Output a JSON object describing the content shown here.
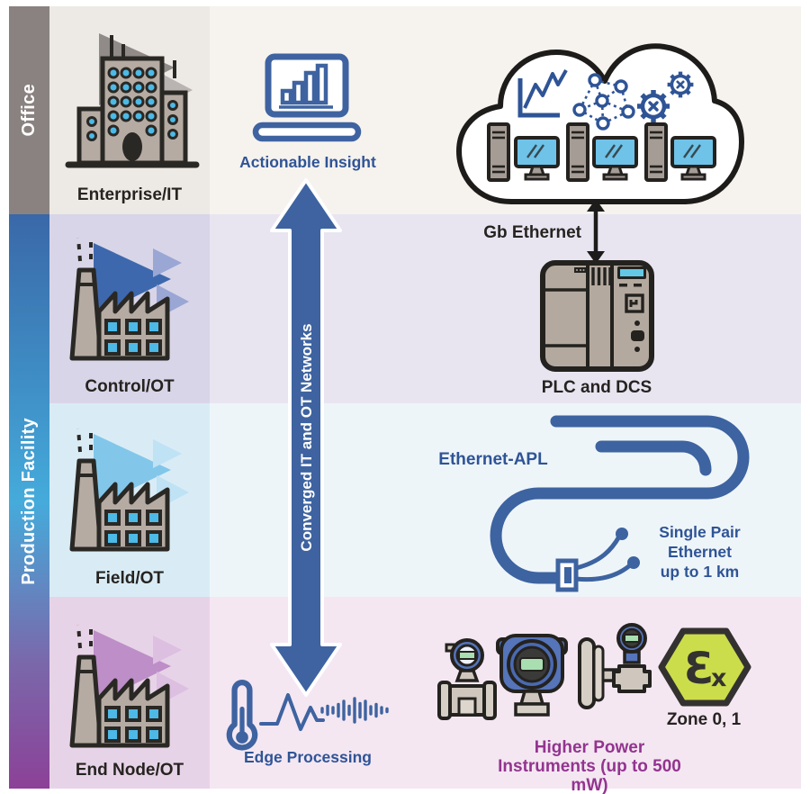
{
  "sidebar": {
    "office_label": "Office",
    "production_label": "Production Facility"
  },
  "bands": {
    "office": {
      "label": "Enterprise/IT"
    },
    "control": {
      "label": "Control/OT"
    },
    "field": {
      "label": "Field/OT"
    },
    "endnode": {
      "label": "End Node/OT"
    }
  },
  "middle": {
    "actionable_insight_label": "Actionable Insight",
    "converged_arrow_label": "Converged IT and OT Networks",
    "edge_processing_label": "Edge Processing"
  },
  "right": {
    "gb_ethernet_label": "Gb Ethernet",
    "plc_label": "PLC and DCS",
    "ethernet_apl_label": "Ethernet-APL",
    "spe_label_line1": "Single Pair Ethernet",
    "spe_label_line2": "up to 1 km",
    "instruments_label_line1": "Higher Power",
    "instruments_label_line2": "Instruments (up to 500 mW)",
    "zone_label": "Zone 0, 1",
    "ex_epsilon": "Ɛ",
    "ex_x": "x"
  },
  "icons": [
    "office-building-icon",
    "factory-icon",
    "laptop-bar-chart-icon",
    "double-arrow-icon",
    "thermometer-icon",
    "pulse-waveform-icon",
    "audio-waveform-icon",
    "cloud-icon",
    "trend-chart-icon",
    "network-graph-icon",
    "gears-icon",
    "server-icon",
    "monitor-icon",
    "plc-device-icon",
    "apl-cable-icon",
    "flow-meter-icon",
    "transmitter-icon",
    "diaphragm-instrument-icon",
    "ex-hazard-badge"
  ],
  "colors": {
    "accent_blue_text": "#2f5496",
    "arrow_blue": "#3e63a0",
    "purple_text": "#93348f",
    "office_gray": "#8a8280",
    "window_cyan": "#4cb9e6",
    "ex_yellow": "#ccdd4b",
    "band_control": "#d9d5e8",
    "band_field": "#d9ecf6",
    "band_endnode": "#e7d3e7",
    "band_office": "#edeae6"
  }
}
